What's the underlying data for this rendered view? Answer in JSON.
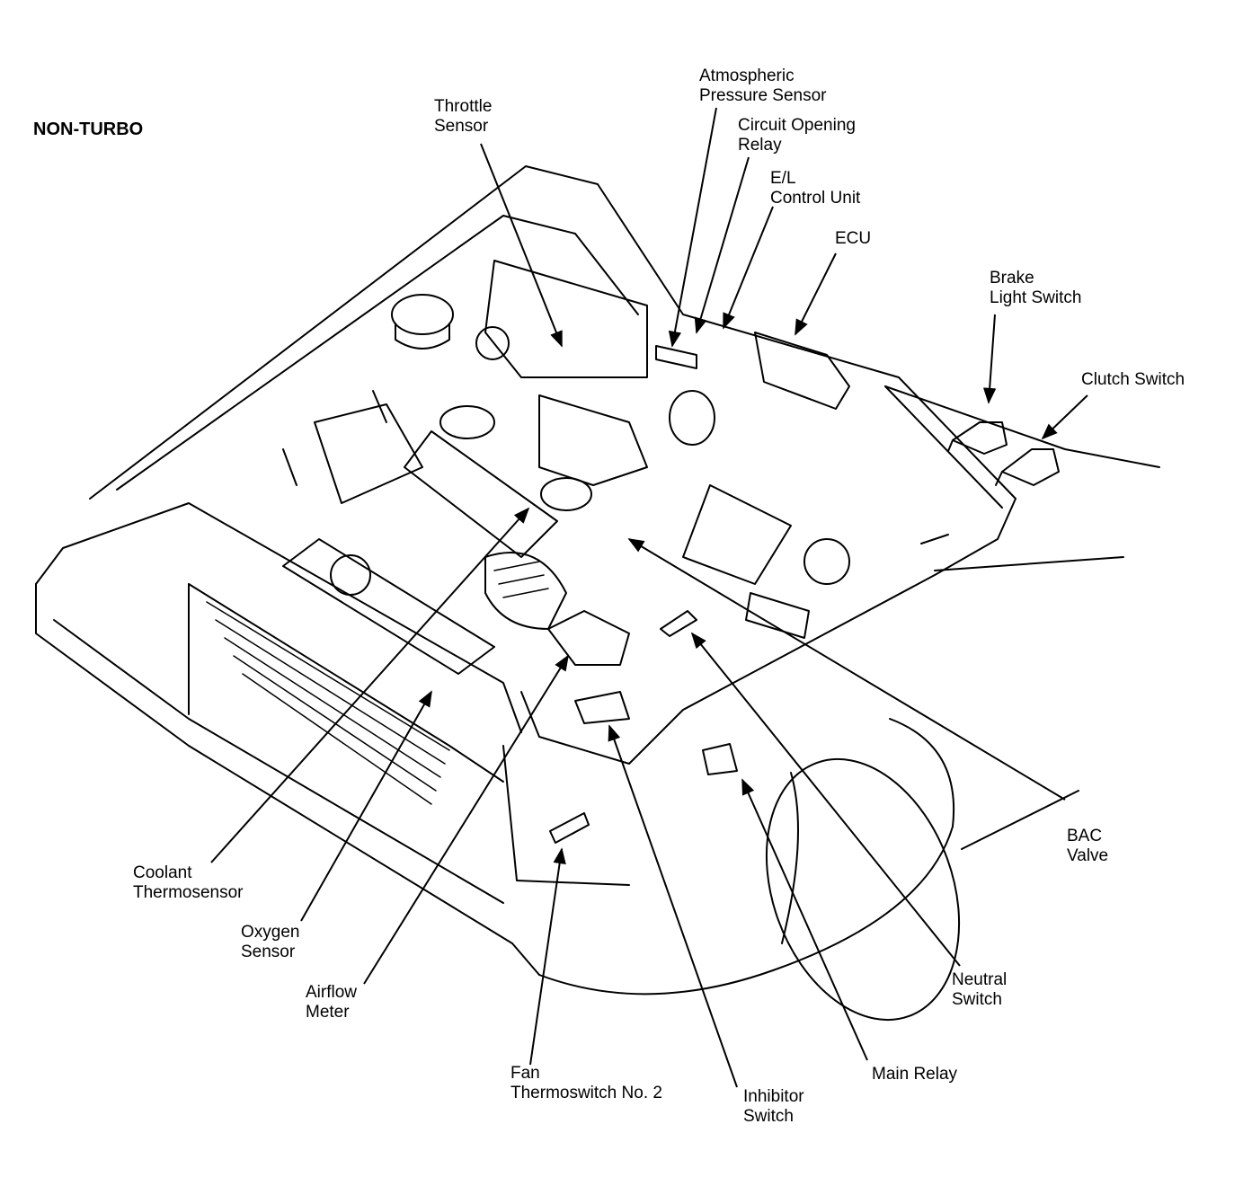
{
  "diagram": {
    "title": "NON-TURBO",
    "labels": {
      "throttle_sensor": "Throttle\nSensor",
      "atmospheric_pressure_sensor": "Atmospheric\nPressure Sensor",
      "circuit_opening_relay": "Circuit Opening\nRelay",
      "el_control_unit": "E/L\nControl Unit",
      "ecu": "ECU",
      "brake_light_switch": "Brake\nLight Switch",
      "clutch_switch": "Clutch Switch",
      "bac_valve": "BAC\nValve",
      "coolant_thermosensor": "Coolant\nThermosensor",
      "oxygen_sensor": "Oxygen\nSensor",
      "airflow_meter": "Airflow\nMeter",
      "fan_thermoswitch": "Fan\nThermoswitch No. 2",
      "inhibitor_switch": "Inhibitor\nSwitch",
      "main_relay": "Main Relay",
      "neutral_switch": "Neutral\nSwitch"
    }
  }
}
